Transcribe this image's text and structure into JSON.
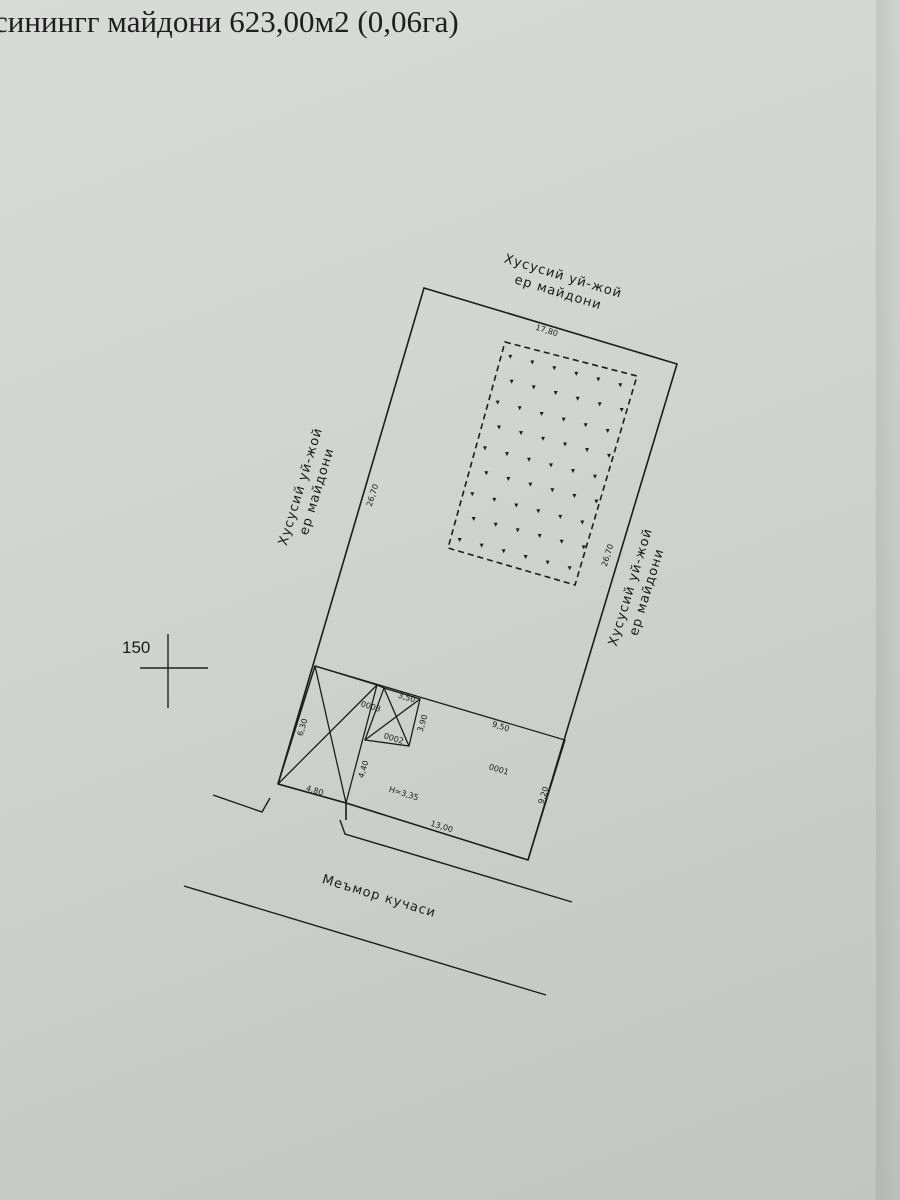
{
  "header": {
    "text": "синингг майдони 623,00м2 (0,06га)"
  },
  "scale_mark": {
    "label": "150"
  },
  "neighbors": {
    "top": {
      "line1": "Хусусий уй-жой",
      "line2": "ер майдони"
    },
    "left": {
      "line1": "Хусусий уй-жой",
      "line2": "ер майдони"
    },
    "right": {
      "line1": "Хусусий уй-жой",
      "line2": "ер майдони"
    }
  },
  "street": {
    "name": "Меъмор кучаси"
  },
  "dimensions": {
    "top_width": "17,80",
    "left_length": "26,70",
    "right_length": "26,70",
    "left_short": "6,30",
    "bottom_left": "4,80",
    "bottom_main": "13,00",
    "right_short": "9,20",
    "inner_width": "9,50",
    "small_width": "3,50",
    "small_depth": "3,90",
    "mid_depth": "4,40",
    "height": "Н=3,35"
  },
  "buildings": {
    "b1": "0001",
    "b2": "0002",
    "b3": "0003"
  }
}
